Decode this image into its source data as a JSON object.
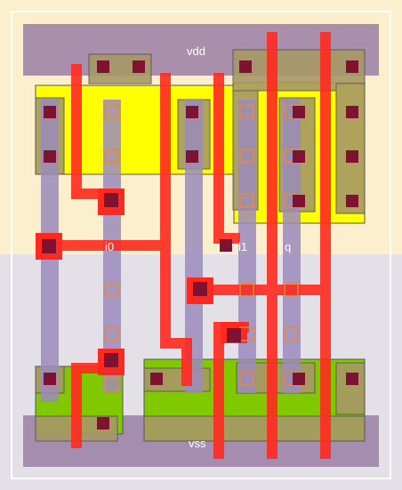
{
  "labels": {
    "vdd": "vdd",
    "vss": "vss",
    "i0": "i0",
    "i1": "i1",
    "q": "q"
  },
  "colors": {
    "nwell_bg": "#fbefcd",
    "pwell_bg": "#e3e0e8",
    "border": "#ffffff",
    "rail": "#9a7ea6",
    "pdiff": "#ffff00",
    "ndiff": "#80c800",
    "active_overlay": "#a79866",
    "poly": "#9c8bbd",
    "metal1": "#ff2a1f",
    "via": "#7f1230",
    "contact_outline": "#e8883a"
  }
}
